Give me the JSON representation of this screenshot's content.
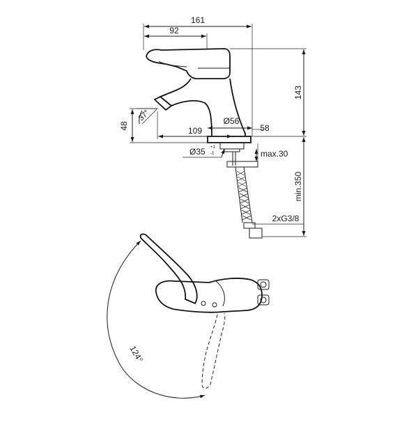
{
  "dimensions": {
    "overall_length": "161",
    "lever_offset": "92",
    "height": "143",
    "spout_angle": "37°",
    "spout_height": "48",
    "spout_reach": "109",
    "body_diameter": "Ø56",
    "base_offset": "58",
    "hole_diameter": "Ø35",
    "hole_tol_upper": "+1",
    "hole_tol_lower": "-1",
    "deck_thickness": "max.30",
    "hose_length": "min.350",
    "connection": "2xG3/8",
    "lever_rotation": "124°"
  },
  "icons": [
    "faucet-side-view",
    "faucet-top-view",
    "flexible-hose",
    "lever-swing-arc"
  ]
}
